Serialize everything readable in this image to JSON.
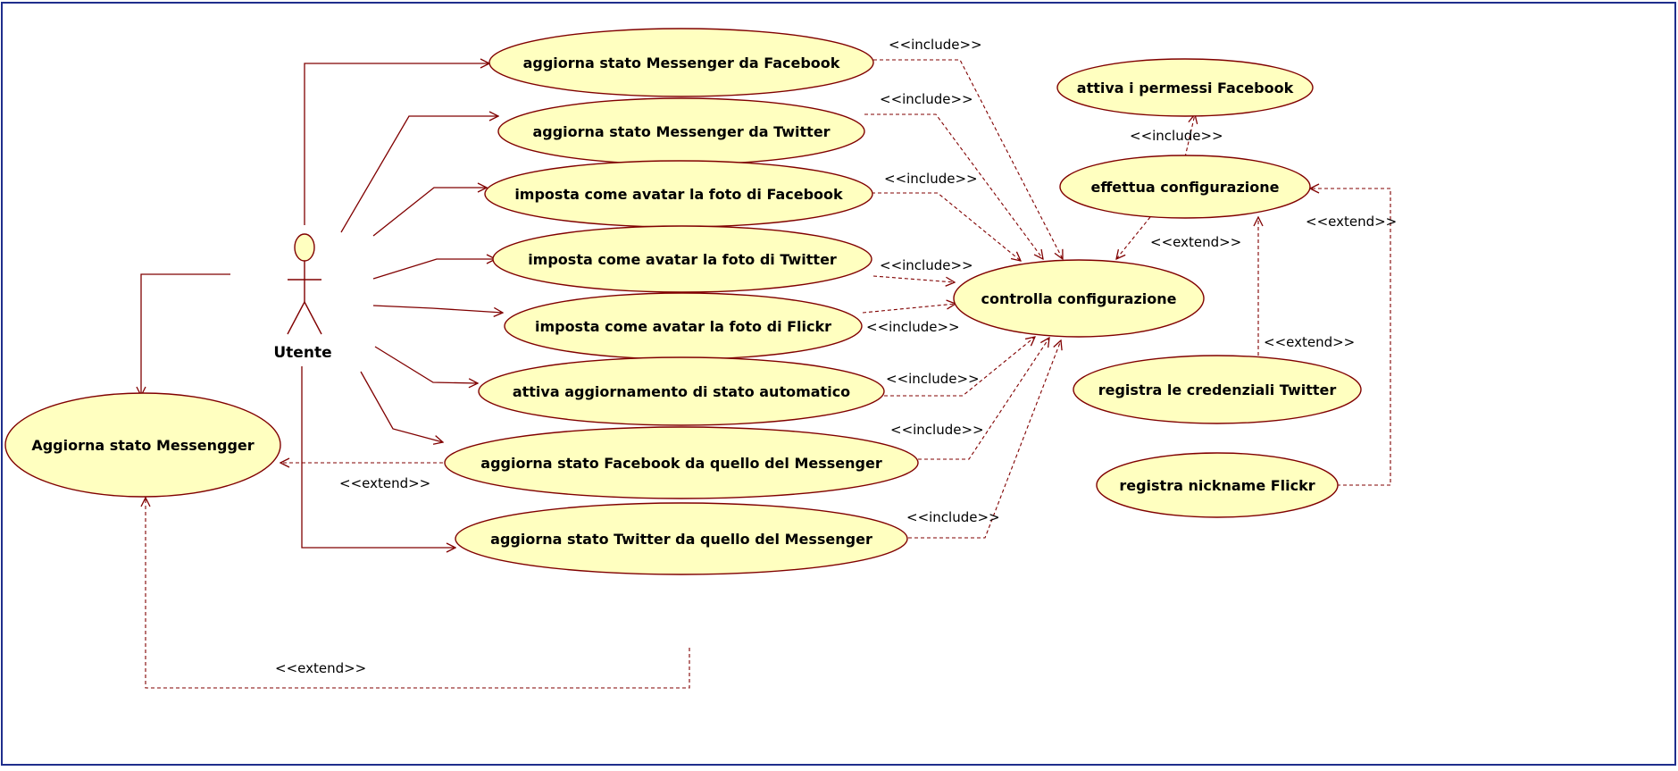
{
  "diagram": {
    "actor": {
      "name": "Utente"
    },
    "use_cases": {
      "aggiorna_fb": "aggiorna stato Messenger da Facebook",
      "aggiorna_tw": "aggiorna stato Messenger da Twitter",
      "avatar_fb": "imposta come avatar la foto di Facebook",
      "avatar_tw": "imposta come avatar la foto di Twitter",
      "avatar_fl": "imposta come avatar la foto di Flickr",
      "auto": "attiva aggiornamento di stato automatico",
      "msg_to_fb": "aggiorna stato Facebook da quello del Messenger",
      "msg_to_tw": "aggiorna stato Twitter da quello del Messenger",
      "aggiorna_msg": "Aggiorna stato Messengger",
      "controlla": "controlla configurazione",
      "effettua": "effettua configurazione",
      "permessi_fb": "attiva i permessi Facebook",
      "cred_tw": "registra le credenziali Twitter",
      "nick_fl": "registra nickname Flickr"
    },
    "stereotypes": {
      "include": "<<include>>",
      "extend": "<<extend>>"
    },
    "colors": {
      "ellipse_fill": "#FFFFC0",
      "line": "#800000",
      "frame": "#1F2E8C"
    }
  }
}
